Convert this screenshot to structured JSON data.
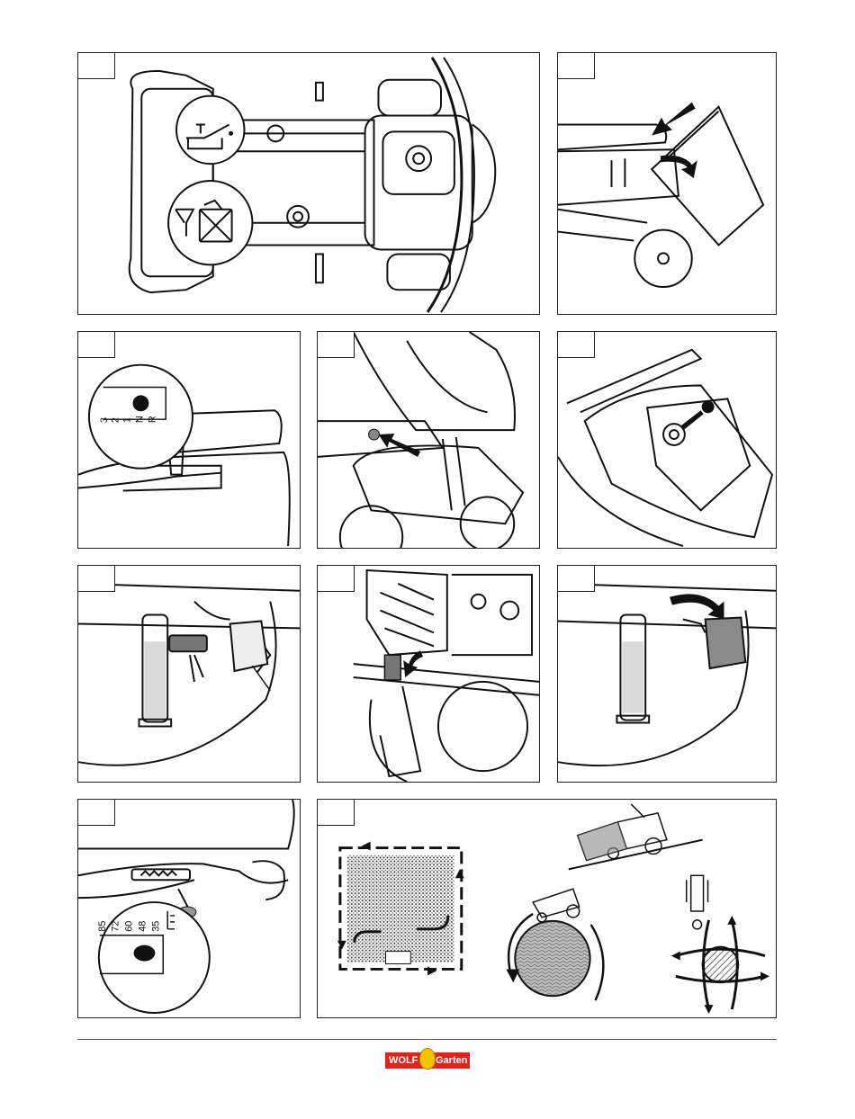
{
  "panels": [
    {
      "id": "p1",
      "badge": ""
    },
    {
      "id": "p2",
      "badge": ""
    },
    {
      "id": "p3",
      "badge": "",
      "gear_labels": [
        "3",
        "2",
        "1",
        "N",
        "R"
      ]
    },
    {
      "id": "p4",
      "badge": ""
    },
    {
      "id": "p5",
      "badge": ""
    },
    {
      "id": "p6",
      "badge": ""
    },
    {
      "id": "p7",
      "badge": ""
    },
    {
      "id": "p8",
      "badge": ""
    },
    {
      "id": "p9",
      "badge": "",
      "height_labels": [
        "85",
        "72",
        "60",
        "48",
        "35"
      ]
    },
    {
      "id": "p10",
      "badge": ""
    }
  ],
  "footer": {
    "logo_left": "WOLF",
    "logo_right": "Garten",
    "logo_color": "#e2231a"
  },
  "icons": [
    "oil-can-icon",
    "fuel-can-icon",
    "funnel-icon",
    "key-icon",
    "arrow-icon"
  ]
}
